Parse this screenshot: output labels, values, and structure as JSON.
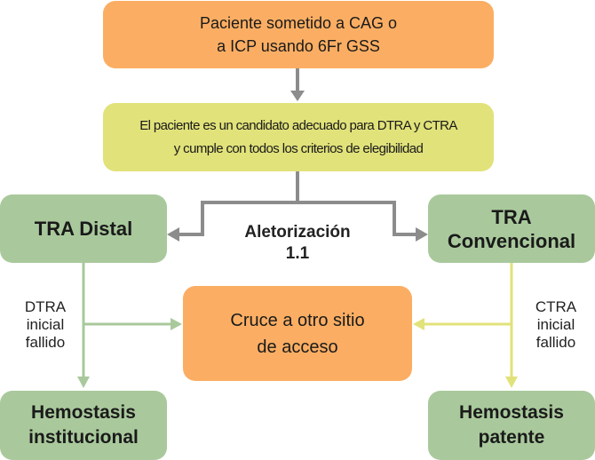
{
  "nodes": {
    "start": {
      "line1": "Paciente sometido a CAG o",
      "line2": "a ICP usando 6Fr GSS"
    },
    "criteria": {
      "line1": "El paciente es un candidato adecuado para DTRA y CTRA",
      "line2": "y cumple con todos los criterios de elegibilidad"
    },
    "tra_distal": {
      "label": "TRA Distal"
    },
    "tra_conv": {
      "line1": "TRA",
      "line2": "Convencional"
    },
    "randomization": {
      "line1": "Aletorización",
      "line2": "1.1"
    },
    "crossover": {
      "line1": "Cruce a otro sitio",
      "line2": "de acceso"
    },
    "hemo_inst": {
      "line1": "Hemostasis",
      "line2": "institucional"
    },
    "hemo_pat": {
      "line1": "Hemostasis",
      "line2": "patente"
    }
  },
  "edge_labels": {
    "dtra_fail": {
      "line1": "DTRA",
      "line2": "inicial",
      "line3": "fallido"
    },
    "ctra_fail": {
      "line1": "CTRA",
      "line2": "inicial",
      "line3": "fallido"
    }
  },
  "colors": {
    "orange": "#fbae63",
    "yellow": "#e1e27a",
    "green": "#a9c99c",
    "arrow_gray": "#8c8c8c",
    "arrow_green": "#a9c99c",
    "arrow_yellow": "#e1e27a"
  }
}
